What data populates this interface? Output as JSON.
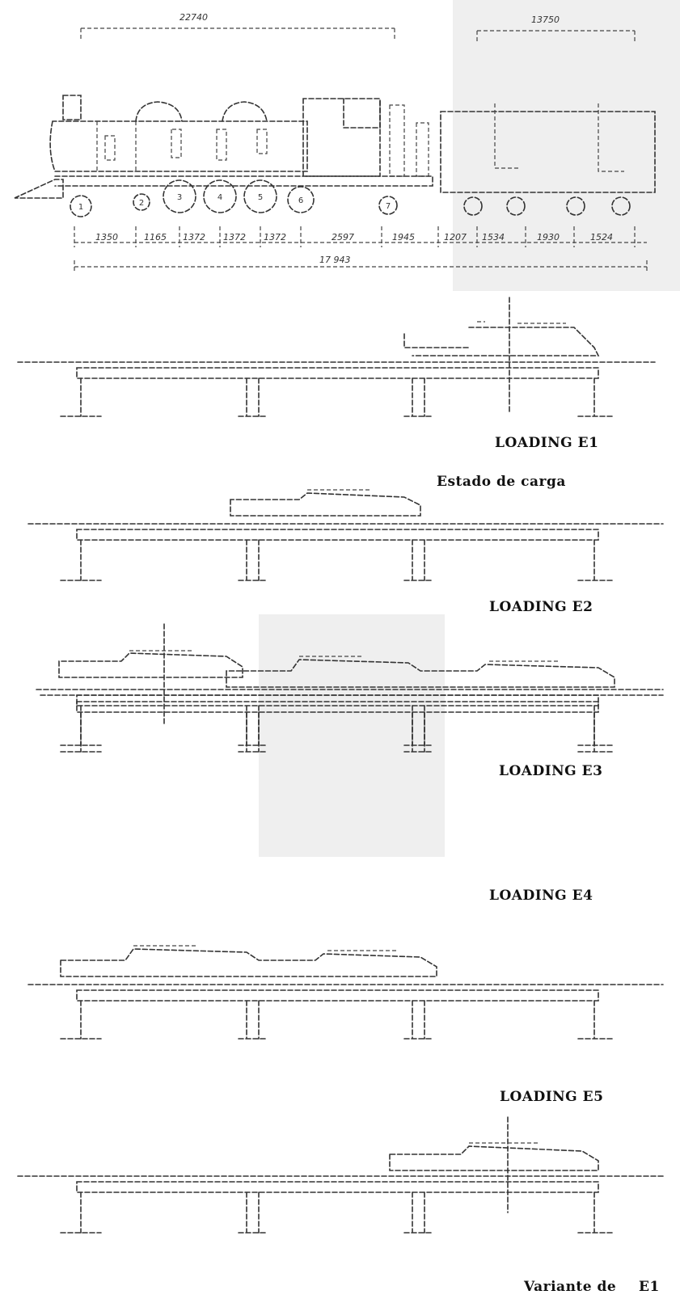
{
  "locomotive": {
    "group_dims": [
      "22740",
      "13750"
    ],
    "axle_spacings": [
      "1350",
      "1165",
      "1372",
      "1372",
      "1372",
      "2597",
      "1945",
      "1207",
      "1534",
      "1930",
      "1524"
    ],
    "total_length": "17 943",
    "wheel_numbers": [
      "1",
      "2",
      "3",
      "4",
      "5",
      "6",
      "7"
    ]
  },
  "cases": [
    {
      "label": "LOADING E1"
    },
    {
      "label": "LOADING E2"
    },
    {
      "label": "LOADING E3"
    },
    {
      "label": "LOADING E4"
    },
    {
      "label": "LOADING E5"
    }
  ],
  "subtitle": "Estado de carga",
  "variant": {
    "prefix": "Variante de",
    "suffix": "E1"
  }
}
